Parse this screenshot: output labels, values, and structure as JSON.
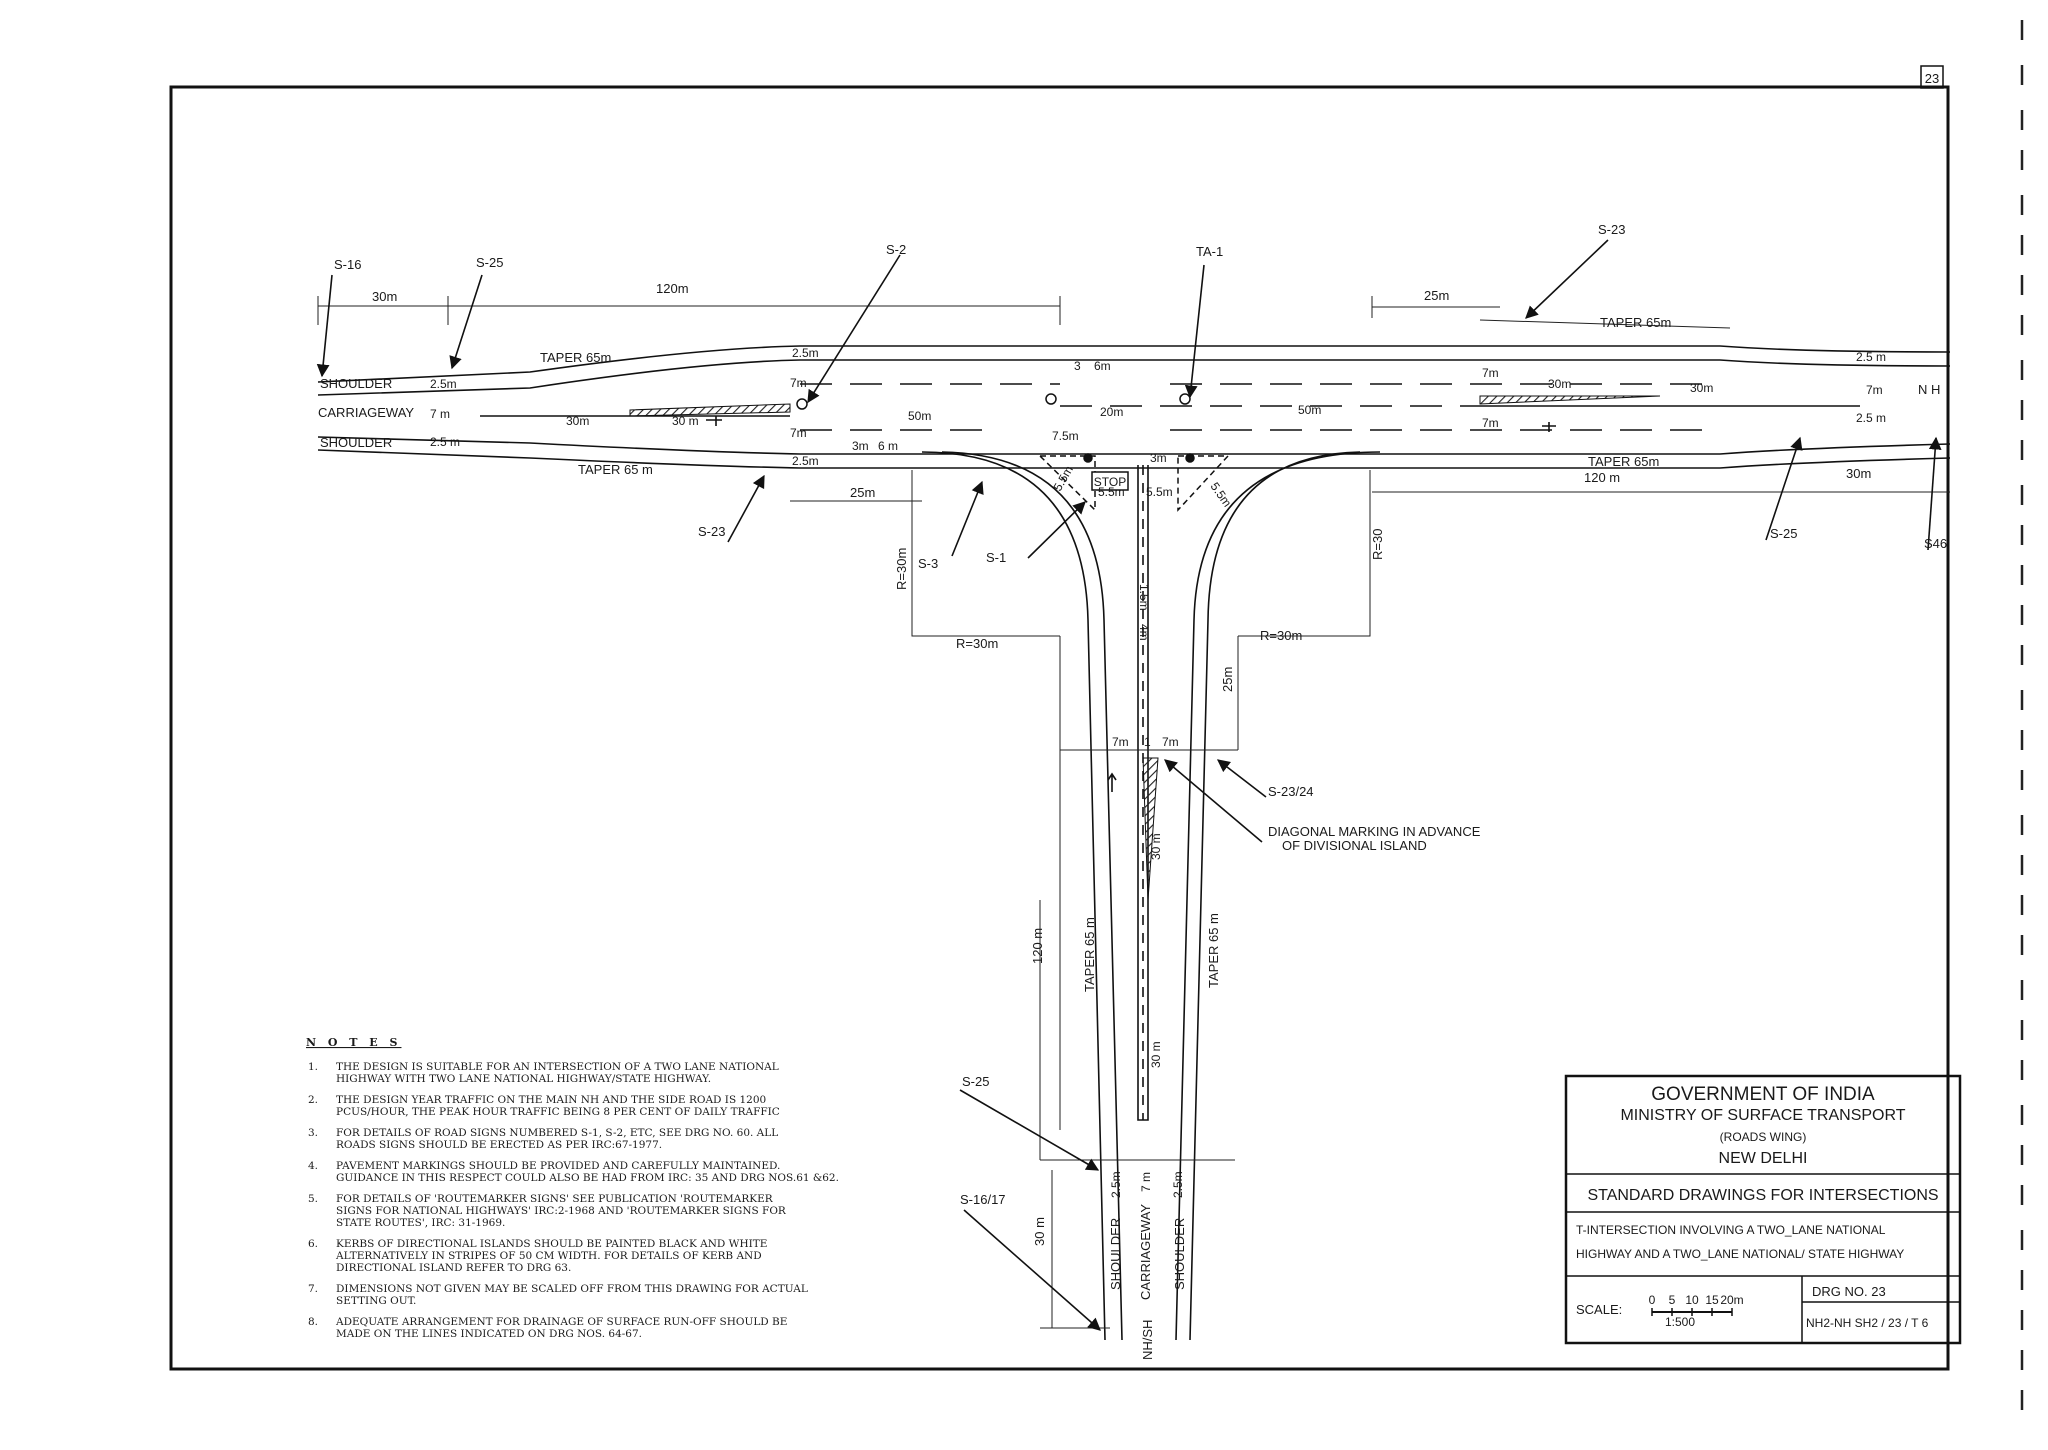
{
  "sheet": {
    "sheet_number": "23"
  },
  "lanes": {
    "shoulder_top": "SHOULDER",
    "carriageway": "CARRIAGEWAY",
    "shoulder_bottom": "SHOULDER",
    "nh": "N H",
    "nh_sh": "NH/SH",
    "side_shoulder_left": "SHOULDER",
    "side_carriageway": "CARRIAGEWAY",
    "side_shoulder_right": "SHOULDER",
    "stop": "STOP"
  },
  "signs": {
    "s16_left": "S-16",
    "s25_left": "S-25",
    "s2": "S-2",
    "ta1": "TA-1",
    "s23_right": "S-23",
    "s23_left": "S-23",
    "s25_right": "S-25",
    "s46_right": "S46",
    "s3": "S-3",
    "s1": "S-1",
    "s23_24": "S-23/24",
    "s25_bottom": "S-25",
    "s16_17": "S-16/17"
  },
  "dimensions": {
    "d_30m_left": "30m",
    "d_120m_left": "120m",
    "d_25m_top_right": "25m",
    "taper_top_right": "TAPER 65m",
    "taper_top_left": "TAPER 65m",
    "taper_bottom_left": "TAPER 65 m",
    "taper_bottom_right": "TAPER 65m",
    "d_25_left": "2.5m",
    "d_7m_left": "7 m",
    "d_25_left_b": "2.5 m",
    "d_25_a": "2.5m",
    "d_7m_a": "7m",
    "d_7m_b": "7m",
    "d_25_b": "2.5m",
    "d_30m_l1": "30m",
    "d_30m_l2": "30 m",
    "d_50m_l": "50m",
    "d_50m_r": "50m",
    "d_20m": "20m",
    "d_3m_top": "3",
    "d_6m_top": "6m",
    "d_3m_bot": "3m",
    "d_6m_bot": "6 m",
    "d_75m": "7.5m",
    "d_7m_r1": "7m",
    "d_7m_r2": "7m",
    "d_30m_r1": "30m",
    "d_30m_r2": "30m",
    "d_25_r1": "2.5 m",
    "d_7m_r3": "7m",
    "d_25_r2": "2.5 m",
    "d_25m_left_b": "25m",
    "d_120m_right": "120 m",
    "d_30m_right": "30m",
    "d_55_1": "5.5m",
    "d_55_2": "5.5m",
    "d_55_3": "5.5m",
    "d_55_4": "5.5m",
    "d_3m_c": "3m",
    "d_15m": "1.5m",
    "d_4m": "4m",
    "r30_a": "R=30m",
    "r30_b": "R=30",
    "r30_c": "R=30m",
    "r30_d": "R=30m",
    "d_25m_side": "25m",
    "d_7m_s1": "7m",
    "d_1": "1",
    "d_7m_s2": "7m",
    "d_30m_s": "30 m",
    "d_120m_s": "120 m",
    "taper_s1": "TAPER 65 m",
    "taper_s2": "TAPER 65 m",
    "d_30m_s2": "30 m",
    "d_30m_s3": "30 m",
    "d_25m_s1": "2.5m",
    "d_7m_s3": "7 m",
    "d_25m_s2": "2.5m"
  },
  "annotation": {
    "line1": "DIAGONAL  MARKING  IN ADVANCE",
    "line2": "OF DIVISIONAL ISLAND"
  },
  "notes": {
    "heading": "N O T E S",
    "items": [
      {
        "num": "1.",
        "l1": "THE DESIGN IS SUITABLE FOR AN INTERSECTION OF A TWO LANE NATIONAL",
        "l2": "HIGHWAY WITH TWO LANE NATIONAL HIGHWAY/STATE HIGHWAY.",
        "l3": ""
      },
      {
        "num": "2.",
        "l1": "THE DESIGN YEAR TRAFFIC ON THE MAIN NH AND THE SIDE ROAD IS 1200",
        "l2": "PCUS/HOUR, THE PEAK HOUR TRAFFIC BEING 8 PER CENT OF DAILY TRAFFIC",
        "l3": ""
      },
      {
        "num": "3.",
        "l1": "FOR DETAILS OF ROAD SIGNS NUMBERED S-1, S-2, ETC, SEE DRG NO. 60.  ALL",
        "l2": "ROADS SIGNS SHOULD BE ERECTED AS PER IRC:67-1977.",
        "l3": ""
      },
      {
        "num": "4.",
        "l1": "PAVEMENT MARKINGS SHOULD BE PROVIDED AND CAREFULLY MAINTAINED.",
        "l2": "GUIDANCE IN THIS RESPECT COULD ALSO BE HAD FROM IRC: 35 AND DRG NOS.61 &62.",
        "l3": ""
      },
      {
        "num": "5.",
        "l1": "FOR DETAILS OF 'ROUTEMARKER SIGNS' SEE PUBLICATION 'ROUTEMARKER",
        "l2": "SIGNS FOR NATIONAL HIGHWAYS' IRC:2-1968 AND 'ROUTEMARKER SIGNS FOR",
        "l3": "STATE ROUTES', IRC: 31-1969."
      },
      {
        "num": "6.",
        "l1": "KERBS OF DIRECTIONAL ISLANDS SHOULD BE PAINTED BLACK AND WHITE",
        "l2": "ALTERNATIVELY IN STRIPES OF 50 CM WIDTH. FOR DETAILS OF KERB AND",
        "l3": "DIRECTIONAL ISLAND REFER TO DRG 63."
      },
      {
        "num": "7.",
        "l1": "DIMENSIONS NOT GIVEN MAY BE SCALED OFF FROM THIS DRAWING FOR ACTUAL",
        "l2": "SETTING OUT.",
        "l3": ""
      },
      {
        "num": "8.",
        "l1": "ADEQUATE ARRANGEMENT FOR DRAINAGE OF SURFACE RUN-OFF SHOULD BE",
        "l2": "MADE ON THE LINES INDICATED ON DRG NOS. 64-67.",
        "l3": ""
      }
    ]
  },
  "title_block": {
    "org1": "GOVERNMENT OF INDIA",
    "org2": "MINISTRY OF SURFACE TRANSPORT",
    "org3": "(ROADS WING)",
    "org4": "NEW DELHI",
    "series": "STANDARD DRAWINGS FOR INTERSECTIONS",
    "desc1": "T-INTERSECTION INVOLVING A TWO_LANE  NATIONAL",
    "desc2": "HIGHWAY  AND A TWO_LANE NATIONAL/ STATE  HIGHWAY",
    "scale_label": "SCALE:",
    "scale_ticks": [
      "0",
      "5",
      "10",
      "15",
      "20m"
    ],
    "scale_ratio": "1:500",
    "drg_no_label": "DRG NO. 23",
    "drg_code": "NH2-NH SH2 / 23 / T 6"
  }
}
